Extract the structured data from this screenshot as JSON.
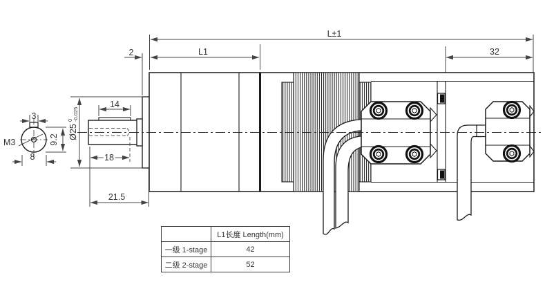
{
  "dimensions": {
    "front_offset": "2",
    "gear_stage_length": "L1",
    "overall_length": "L±1",
    "rear_cap_length": "32",
    "shaft_flat_length": "14",
    "hole_depth": "18",
    "shaft_length": "21.5",
    "flat_width": "3",
    "thread_callout": "M3",
    "shaft_width": "8",
    "shaft_flat_height": "9.2",
    "pilot_diameter": "Ø25",
    "pilot_tol_upper": "0",
    "pilot_tol_lower": "-0.025"
  },
  "table": {
    "header_label": "",
    "header_value": "L1长度 Length(mm)",
    "rows": [
      {
        "label": "一级 1-stage",
        "value": "42"
      },
      {
        "label": "二级 2-stage",
        "value": "52"
      }
    ]
  },
  "colors": {
    "line": "#1a1a1a",
    "dim_line": "#444444",
    "text": "#333333",
    "background": "#ffffff"
  }
}
